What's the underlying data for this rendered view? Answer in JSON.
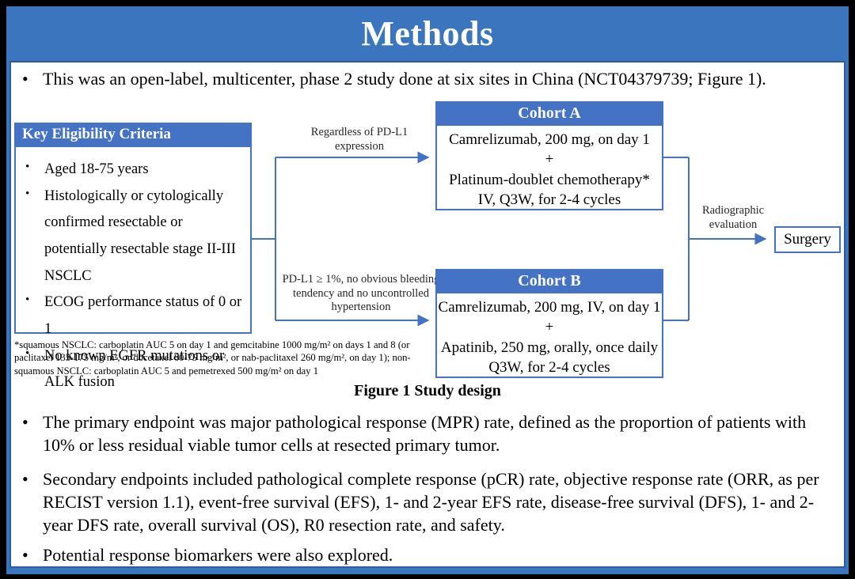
{
  "slide": {
    "title": "Methods",
    "intro_bullet": "This was an open-label, multicenter, phase 2 study done at six sites in China (NCT04379739; Figure 1)."
  },
  "figure": {
    "caption": "Figure 1 Study design",
    "eligibility": {
      "header": "Key  Eligibility Criteria",
      "items": [
        "Aged 18-75 years",
        "Histologically or cytologically confirmed resectable or potentially resectable stage II-III  NSCLC",
        "ECOG performance status of 0 or 1",
        "No known EGFR mutations or ALK fusion"
      ]
    },
    "branch_top_label": "Regardless  of PD-L1 expression",
    "branch_bottom_label": "PD-L1 ≥ 1%, no obvious bleeding tendency and no uncontrolled hypertension",
    "cohort_a": {
      "header": "Cohort A",
      "lines": [
        "Camrelizumab, 200 mg, on day 1",
        "+",
        "Platinum-doublet chemotherapy*",
        "IV, Q3W, for 2-4 cycles"
      ]
    },
    "cohort_b": {
      "header": "Cohort B",
      "lines": [
        "Camrelizumab, 200 mg, IV, on day 1",
        "+",
        "Apatinib, 250 mg, orally, once daily",
        "Q3W, for 2-4 cycles"
      ]
    },
    "evaluation_label": "Radiographic evaluation",
    "surgery_label": "Surgery",
    "footnote": "*squamous NSCLC: carboplatin AUC 5 on day 1 and gemcitabine 1000 mg/m² on days 1 and 8 (or paclitaxel 135-175 mg/m², or docetaxel 60-75 mg/m², or nab-paclitaxel 260 mg/m², on day 1); non-squamous NSCLC: carboplatin AUC 5 and pemetrexed 500 mg/m² on day 1"
  },
  "bullets": [
    "The primary endpoint was major pathological response (MPR) rate, defined as the proportion of patients with 10% or less residual viable tumor cells at resected primary tumor.",
    "Secondary endpoints included pathological complete response (pCR) rate, objective  response rate (ORR, as per RECIST version 1.1), event-free survival (EFS), 1- and 2-year EFS rate, disease-free survival (DFS), 1- and 2-year DFS rate, overall survival (OS), R0 resection rate, and safety.",
    "Potential response biomarkers were also explored."
  ],
  "bullet_marker": "•",
  "colors": {
    "slide_blue": "#3a75be",
    "header_blue": "#4472c4",
    "connector_blue": "#4472c4",
    "navy": "#2e5b9e"
  }
}
